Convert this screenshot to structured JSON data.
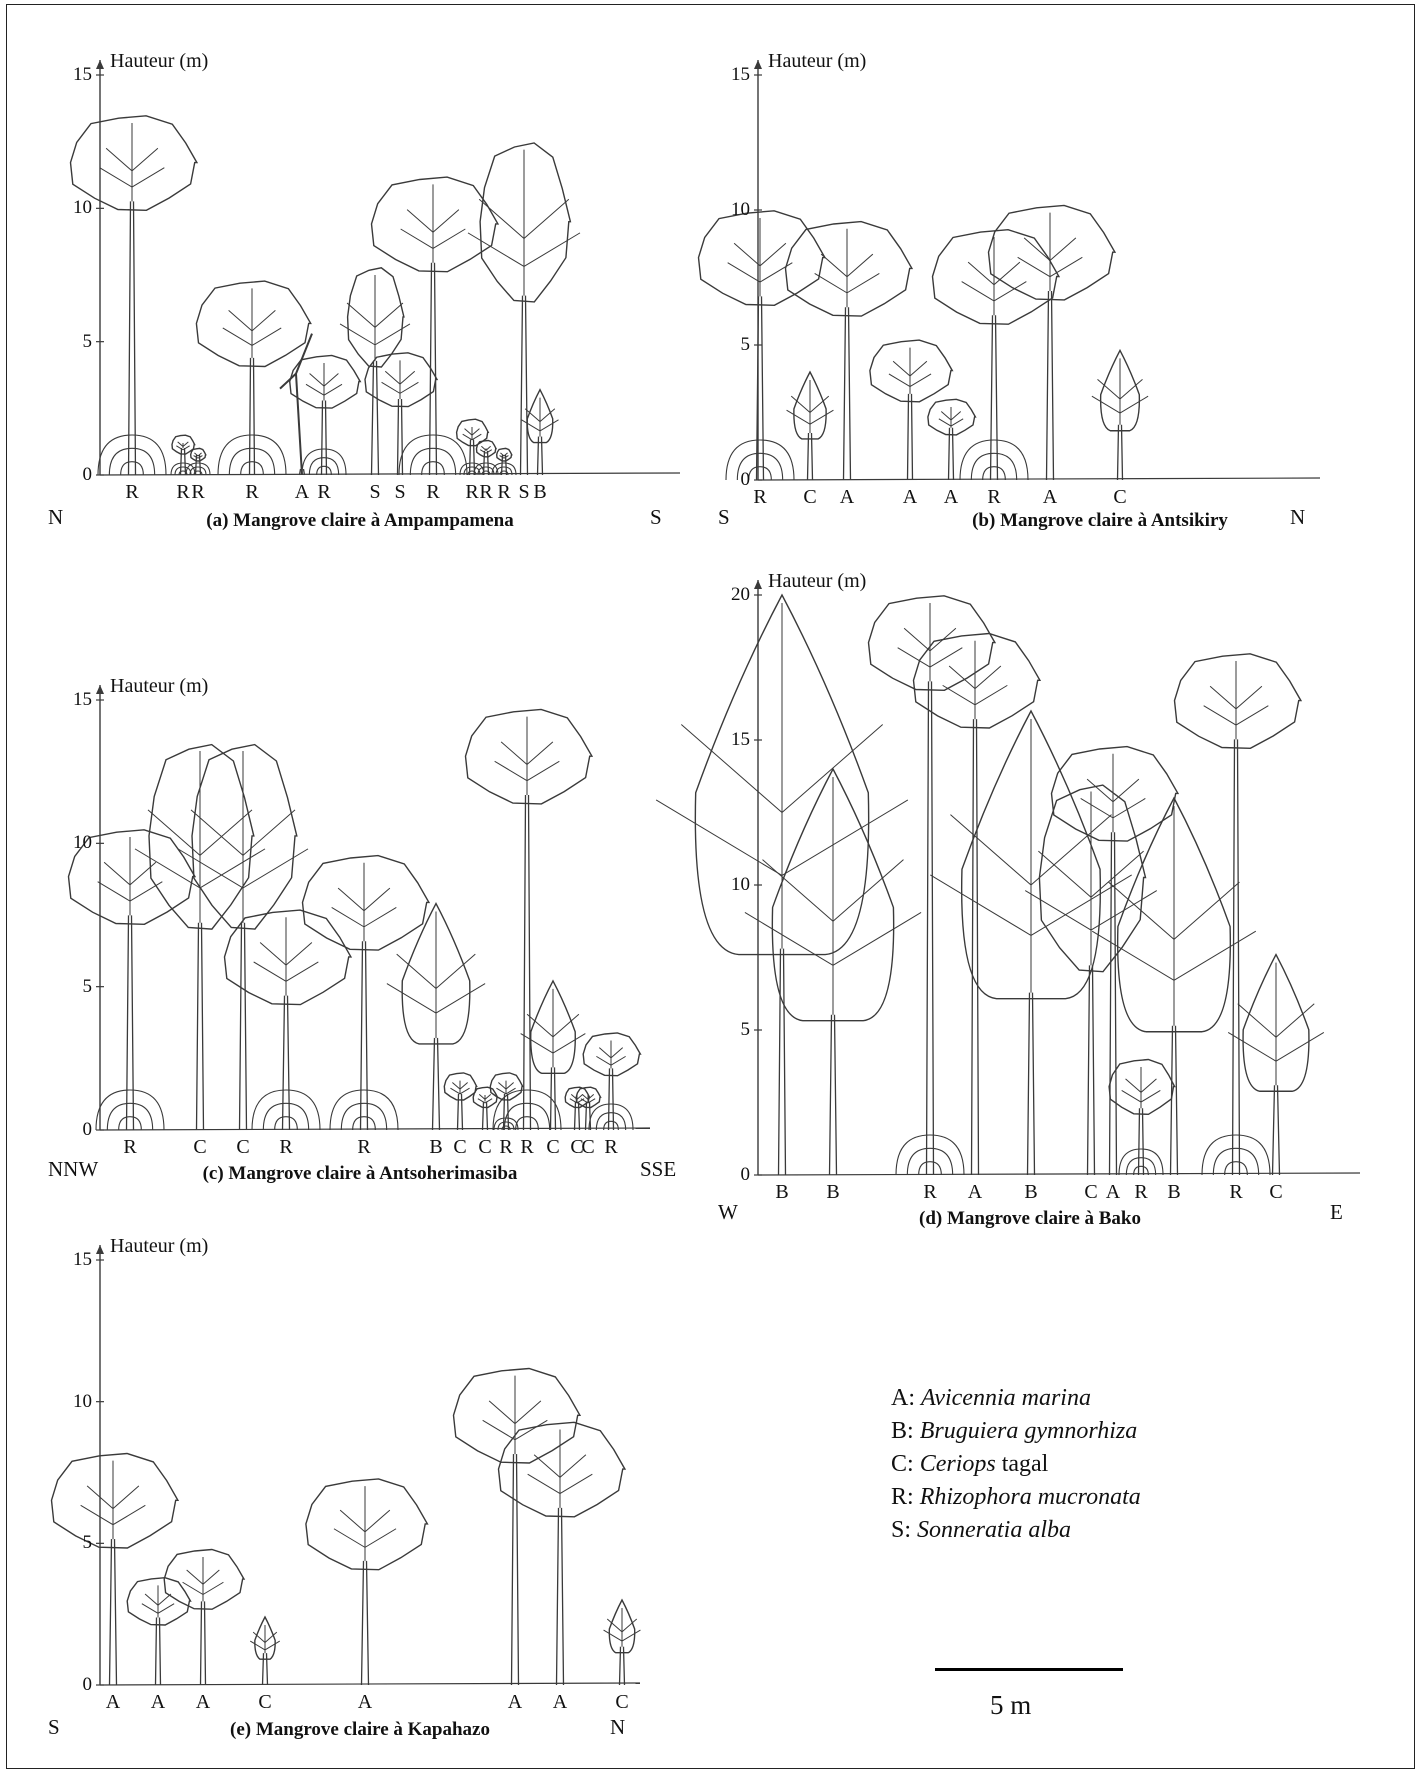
{
  "axis_label": "Hauteur (m)",
  "panels": [
    {
      "id": "a",
      "caption": "(a) Mangrove claire à Ampampamena",
      "dir_left": "N",
      "dir_right": "S",
      "yticks": [
        "0",
        "5",
        "10",
        "15"
      ],
      "ymax": 15,
      "trees": [
        {
          "species": "R",
          "height": 13.5,
          "crown": "round"
        },
        {
          "species": "R",
          "height": 1.5,
          "crown": "small"
        },
        {
          "species": "R",
          "height": 1.0,
          "crown": "small"
        },
        {
          "species": "R",
          "height": 7.3,
          "crown": "round"
        },
        {
          "species": "A",
          "height": 5.3,
          "crown": "branch"
        },
        {
          "species": "R",
          "height": 4.5,
          "crown": "round"
        },
        {
          "species": "S",
          "height": 7.8,
          "crown": "tall"
        },
        {
          "species": "S",
          "height": 4.6,
          "crown": "round"
        },
        {
          "species": "R",
          "height": 11.2,
          "crown": "round"
        },
        {
          "species": "R",
          "height": 2.1,
          "crown": "small"
        },
        {
          "species": "R",
          "height": 1.3,
          "crown": "small"
        },
        {
          "species": "R",
          "height": 1.0,
          "crown": "small"
        },
        {
          "species": "S",
          "height": 12.5,
          "crown": "tall"
        },
        {
          "species": "B",
          "height": 3.2,
          "crown": "cone"
        }
      ]
    },
    {
      "id": "b",
      "caption": "(b) Mangrove claire à Antsikiry",
      "dir_left": "S",
      "dir_right": "N",
      "yticks": [
        "0",
        "5",
        "10",
        "15"
      ],
      "ymax": 15,
      "trees": [
        {
          "species": "R",
          "height": 10.0,
          "crown": "round"
        },
        {
          "species": "C",
          "height": 4.0,
          "crown": "cone"
        },
        {
          "species": "A",
          "height": 9.6,
          "crown": "round"
        },
        {
          "species": "A",
          "height": 5.2,
          "crown": "round"
        },
        {
          "species": "A",
          "height": 3.0,
          "crown": "round"
        },
        {
          "species": "R",
          "height": 9.3,
          "crown": "round"
        },
        {
          "species": "A",
          "height": 10.2,
          "crown": "round"
        },
        {
          "species": "C",
          "height": 4.8,
          "crown": "cone"
        }
      ]
    },
    {
      "id": "c",
      "caption": "(c) Mangrove claire à Antsoherimasiba",
      "dir_left": "NNW",
      "dir_right": "SSE",
      "yticks": [
        "0",
        "5",
        "10",
        "15"
      ],
      "ymax": 15,
      "trees": [
        {
          "species": "R",
          "height": 10.5,
          "crown": "round"
        },
        {
          "species": "C",
          "height": 13.5,
          "crown": "tall"
        },
        {
          "species": "C",
          "height": 13.5,
          "crown": "tall"
        },
        {
          "species": "R",
          "height": 7.7,
          "crown": "round"
        },
        {
          "species": "R",
          "height": 9.6,
          "crown": "round"
        },
        {
          "species": "B",
          "height": 7.9,
          "crown": "cone"
        },
        {
          "species": "C",
          "height": 2.0,
          "crown": "small"
        },
        {
          "species": "C",
          "height": 1.5,
          "crown": "small"
        },
        {
          "species": "R",
          "height": 2.0,
          "crown": "small"
        },
        {
          "species": "R",
          "height": 14.7,
          "crown": "round"
        },
        {
          "species": "C",
          "height": 5.2,
          "crown": "cone"
        },
        {
          "species": "C",
          "height": 1.5,
          "crown": "small"
        },
        {
          "species": "C",
          "height": 1.5,
          "crown": "small"
        },
        {
          "species": "R",
          "height": 3.4,
          "crown": "round"
        }
      ]
    },
    {
      "id": "d",
      "caption": "(d) Mangrove claire à Bako",
      "dir_left": "W",
      "dir_right": "E",
      "yticks": [
        "0",
        "5",
        "10",
        "15",
        "20"
      ],
      "ymax": 20,
      "trees": [
        {
          "species": "B",
          "height": 20.0,
          "crown": "cone"
        },
        {
          "species": "B",
          "height": 14.0,
          "crown": "cone"
        },
        {
          "species": "R",
          "height": 20.0,
          "crown": "round"
        },
        {
          "species": "A",
          "height": 18.7,
          "crown": "round"
        },
        {
          "species": "B",
          "height": 16.0,
          "crown": "cone"
        },
        {
          "species": "C",
          "height": 13.5,
          "crown": "tall"
        },
        {
          "species": "A",
          "height": 14.8,
          "crown": "round"
        },
        {
          "species": "R",
          "height": 4.0,
          "crown": "small"
        },
        {
          "species": "B",
          "height": 13.0,
          "crown": "cone"
        },
        {
          "species": "R",
          "height": 18.0,
          "crown": "round"
        },
        {
          "species": "C",
          "height": 7.6,
          "crown": "cone"
        }
      ]
    },
    {
      "id": "e",
      "caption": "(e) Mangrove claire à  Kapahazo",
      "dir_left": "S",
      "dir_right": "N",
      "yticks": [
        "0",
        "5",
        "10",
        "15"
      ],
      "ymax": 15,
      "trees": [
        {
          "species": "A",
          "height": 8.2,
          "crown": "round"
        },
        {
          "species": "A",
          "height": 3.8,
          "crown": "round"
        },
        {
          "species": "A",
          "height": 4.8,
          "crown": "round"
        },
        {
          "species": "C",
          "height": 2.4,
          "crown": "cone"
        },
        {
          "species": "A",
          "height": 7.3,
          "crown": "round"
        },
        {
          "species": "A",
          "height": 11.2,
          "crown": "round"
        },
        {
          "species": "A",
          "height": 9.3,
          "crown": "round"
        },
        {
          "species": "C",
          "height": 3.0,
          "crown": "cone"
        }
      ]
    }
  ],
  "legend": [
    {
      "code": "A:",
      "genus": "Avicennia marina",
      "rest": ""
    },
    {
      "code": "B:",
      "genus": "Bruguiera gymnorhiza",
      "rest": ""
    },
    {
      "code": "C:",
      "genus": "Ceriops",
      "rest": " tagal"
    },
    {
      "code": "R:",
      "genus": "Rhizophora mucronata",
      "rest": ""
    },
    {
      "code": "S:",
      "genus": "Sonneratia alba",
      "rest": ""
    }
  ],
  "scale_label": "5 m",
  "colors": {
    "ink": "#3a3a3a",
    "frame": "#222222"
  }
}
